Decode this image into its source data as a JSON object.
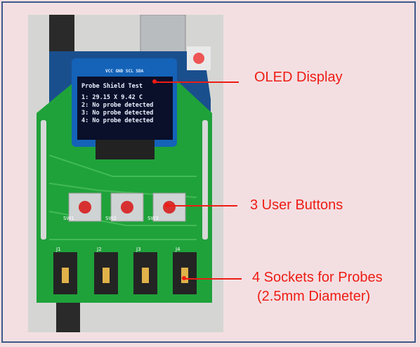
{
  "annotations": {
    "oled_display": "OLED Display",
    "user_buttons": "3 User Buttons",
    "sockets_line1": "4 Sockets for Probes",
    "sockets_line2": "(2.5mm Diameter)"
  },
  "oled": {
    "header_pins": "VCC GND SCL SDA",
    "title": "Probe Shield Test",
    "line1": "1: 29.15 X  9.42  C",
    "line2": "2: No probe detected",
    "line3": "3: No probe detected",
    "line4": "4: No probe detected"
  },
  "board": {
    "button_labels": [
      "SW1",
      "SW2",
      "SW3"
    ],
    "socket_labels": [
      "J1",
      "J2",
      "J3",
      "J4"
    ]
  },
  "colors": {
    "annotation": "#ee1c14",
    "frame": "#3d5a8a",
    "pcb": "#1fa23a",
    "oled_screen": "#0a0f2a"
  }
}
